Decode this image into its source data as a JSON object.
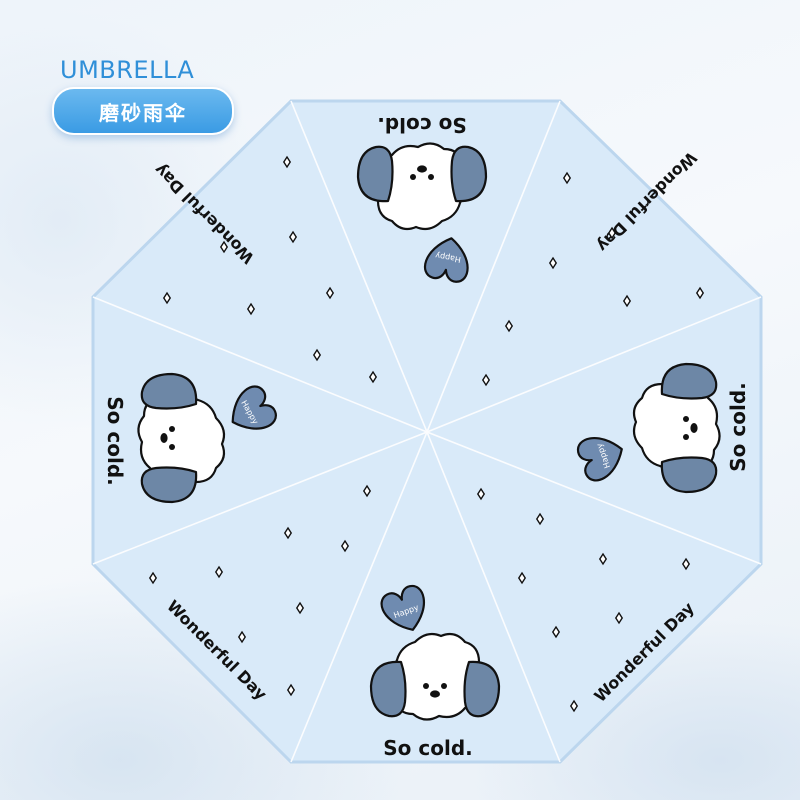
{
  "header": {
    "brand_label": "UMBRELLA",
    "product_badge": "磨砂雨伞"
  },
  "canopy": {
    "phrase_cold": "So cold.",
    "phrase_day": "Wonderful Day",
    "heart_label": "Happy",
    "colors": {
      "canopy_fill": "#d9eaf9",
      "canopy_edge": "#bcd6ee",
      "panel_seam": "#ffffff",
      "ear_blue": "#6d87a6",
      "heart_blue": "#6f8bb0"
    }
  }
}
